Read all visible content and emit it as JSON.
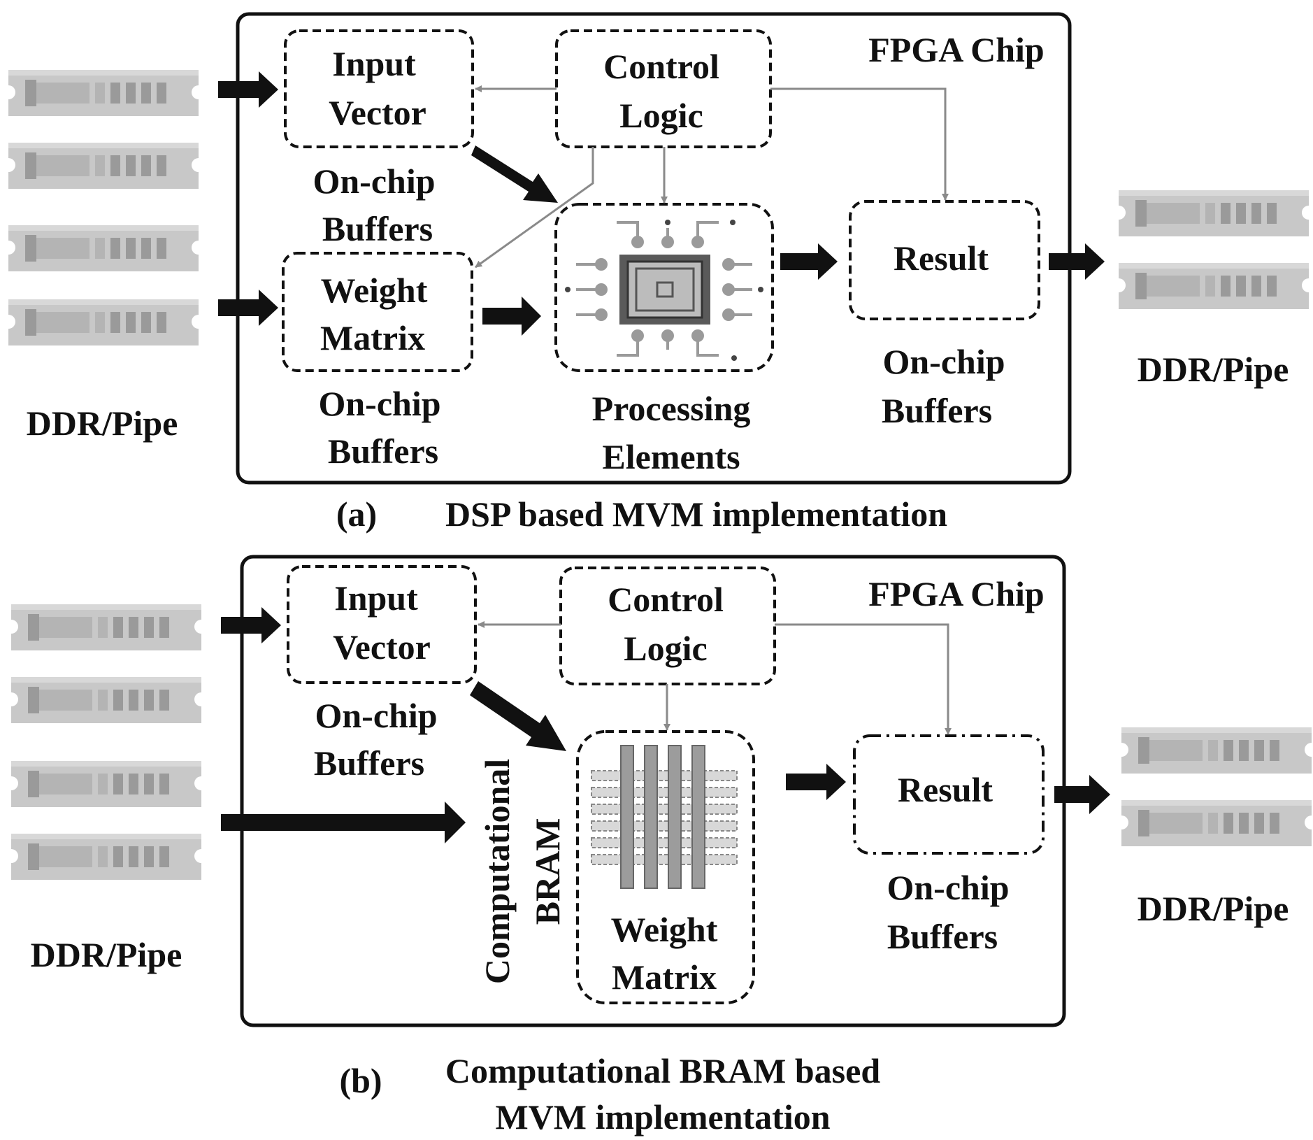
{
  "colors": {
    "line": "#111111",
    "control_arrow": "#8a8a8a",
    "memory_body": "#c8c8c8",
    "memory_dark": "#9a9a9a",
    "memory_mid": "#b4b4b4",
    "chip_outer": "#5a5a5a",
    "chip_inner": "#bcbcbc",
    "pin": "#9a9a9a",
    "bram_grey": "#9c9c9c",
    "bram_light": "#d8d8d8"
  },
  "panel_a": {
    "chip_label": "FPGA Chip",
    "input_vector": [
      "Input",
      "Vector"
    ],
    "input_caption": [
      "On-chip",
      "Buffers"
    ],
    "control_logic": [
      "Control",
      "Logic"
    ],
    "weight_matrix": [
      "Weight",
      "Matrix"
    ],
    "weight_caption": [
      "On-chip",
      "Buffers"
    ],
    "pe_caption": [
      "Processing",
      "Elements"
    ],
    "result": "Result",
    "result_caption": [
      "On-chip",
      "Buffers"
    ],
    "ddr_left": "DDR/Pipe",
    "ddr_right": "DDR/Pipe",
    "caption_tag": "(a)",
    "caption": "DSP based MVM implementation"
  },
  "panel_b": {
    "chip_label": "FPGA Chip",
    "input_vector": [
      "Input",
      "Vector"
    ],
    "input_caption": [
      "On-chip",
      "Buffers"
    ],
    "control_logic": [
      "Control",
      "Logic"
    ],
    "bram_vertical": [
      "Computational",
      "BRAM"
    ],
    "weight_matrix": [
      "Weight",
      "Matrix"
    ],
    "result": "Result",
    "result_caption": [
      "On-chip",
      "Buffers"
    ],
    "ddr_left": "DDR/Pipe",
    "ddr_right": "DDR/Pipe",
    "caption_tag": "(b)",
    "caption": [
      "Computational BRAM based",
      "MVM implementation"
    ]
  }
}
